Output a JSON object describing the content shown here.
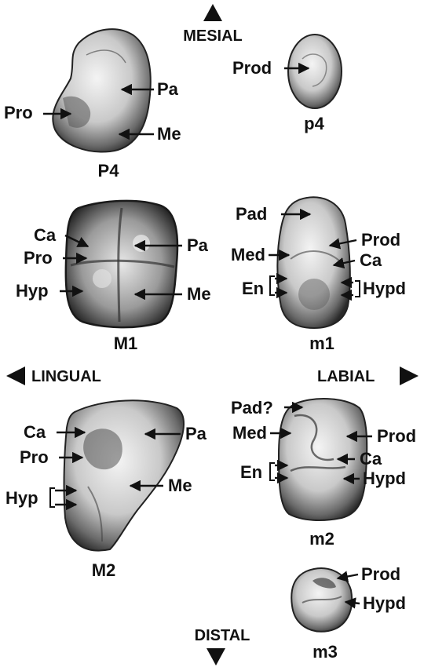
{
  "orientation": {
    "mesial": "MESIAL",
    "distal": "DISTAL",
    "lingual": "LINGUAL",
    "labial": "LABIAL"
  },
  "teeth": [
    {
      "id": "P4",
      "caption": "P4",
      "labels": [
        "Pa",
        "Pro",
        "Me"
      ]
    },
    {
      "id": "p4",
      "caption": "p4",
      "labels": [
        "Prod"
      ]
    },
    {
      "id": "M1",
      "caption": "M1",
      "labels": [
        "Ca",
        "Pro",
        "Hyp",
        "Pa",
        "Me"
      ]
    },
    {
      "id": "m1",
      "caption": "m1",
      "labels": [
        "Pad",
        "Prod",
        "Med",
        "Ca",
        "En",
        "Hypd"
      ]
    },
    {
      "id": "M2",
      "caption": "M2",
      "labels": [
        "Ca",
        "Pro",
        "Hyp",
        "Pa",
        "Me"
      ]
    },
    {
      "id": "m2",
      "caption": "m2",
      "labels": [
        "Pad?",
        "Med",
        "Prod",
        "Ca",
        "En",
        "Hypd"
      ]
    },
    {
      "id": "m3",
      "caption": "m3",
      "labels": [
        "Prod",
        "Hypd"
      ]
    }
  ]
}
